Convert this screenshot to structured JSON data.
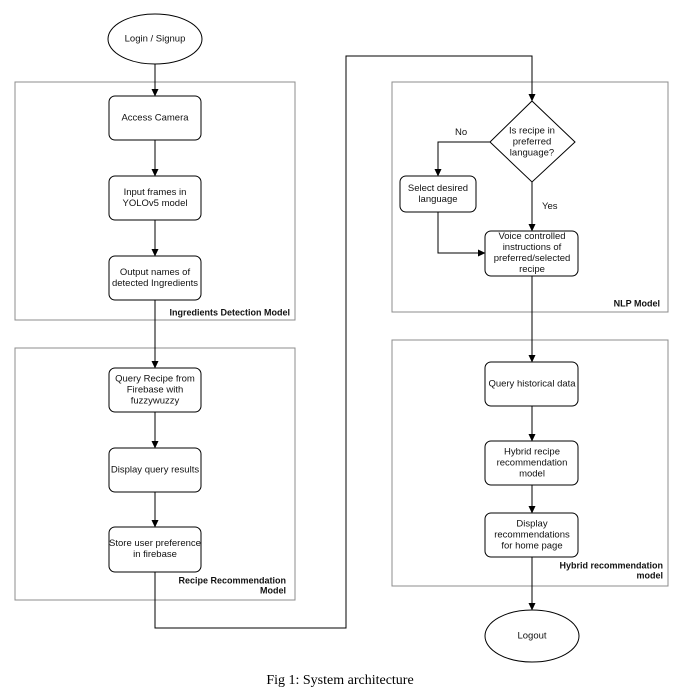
{
  "caption": "Fig 1: System architecture",
  "groups": {
    "ingredients": [
      "Ingredients Detection Model"
    ],
    "recipe": [
      "Recipe Recommendation",
      "Model"
    ],
    "nlp": [
      "NLP Model"
    ],
    "hybrid": [
      "Hybrid recommendation",
      "model"
    ]
  },
  "nodes": {
    "login": [
      "Login / Signup"
    ],
    "camera": [
      "Access Camera"
    ],
    "frames": [
      "Input frames in",
      "YOLOv5 model"
    ],
    "output": [
      "Output names of",
      "detected Ingredients"
    ],
    "query_recipe": [
      "Query Recipe from",
      "Firebase with",
      "fuzzywuzzy"
    ],
    "display_results": [
      "Display query results"
    ],
    "store_pref": [
      "Store user preference",
      "in firebase"
    ],
    "decision": [
      "Is recipe in",
      "preferred",
      "language?"
    ],
    "select_lang": [
      "Select desired",
      "language"
    ],
    "voice": [
      "Voice controlled",
      "instructions of",
      "preferred/selected",
      "recipe"
    ],
    "historical": [
      "Query historical data"
    ],
    "hybrid_model": [
      "Hybrid recipe",
      "recommendation",
      "model"
    ],
    "display_recs": [
      "Display",
      "recommendations",
      "for home page"
    ],
    "logout": [
      "Logout"
    ]
  },
  "edge_labels": {
    "no": "No",
    "yes": "Yes"
  }
}
